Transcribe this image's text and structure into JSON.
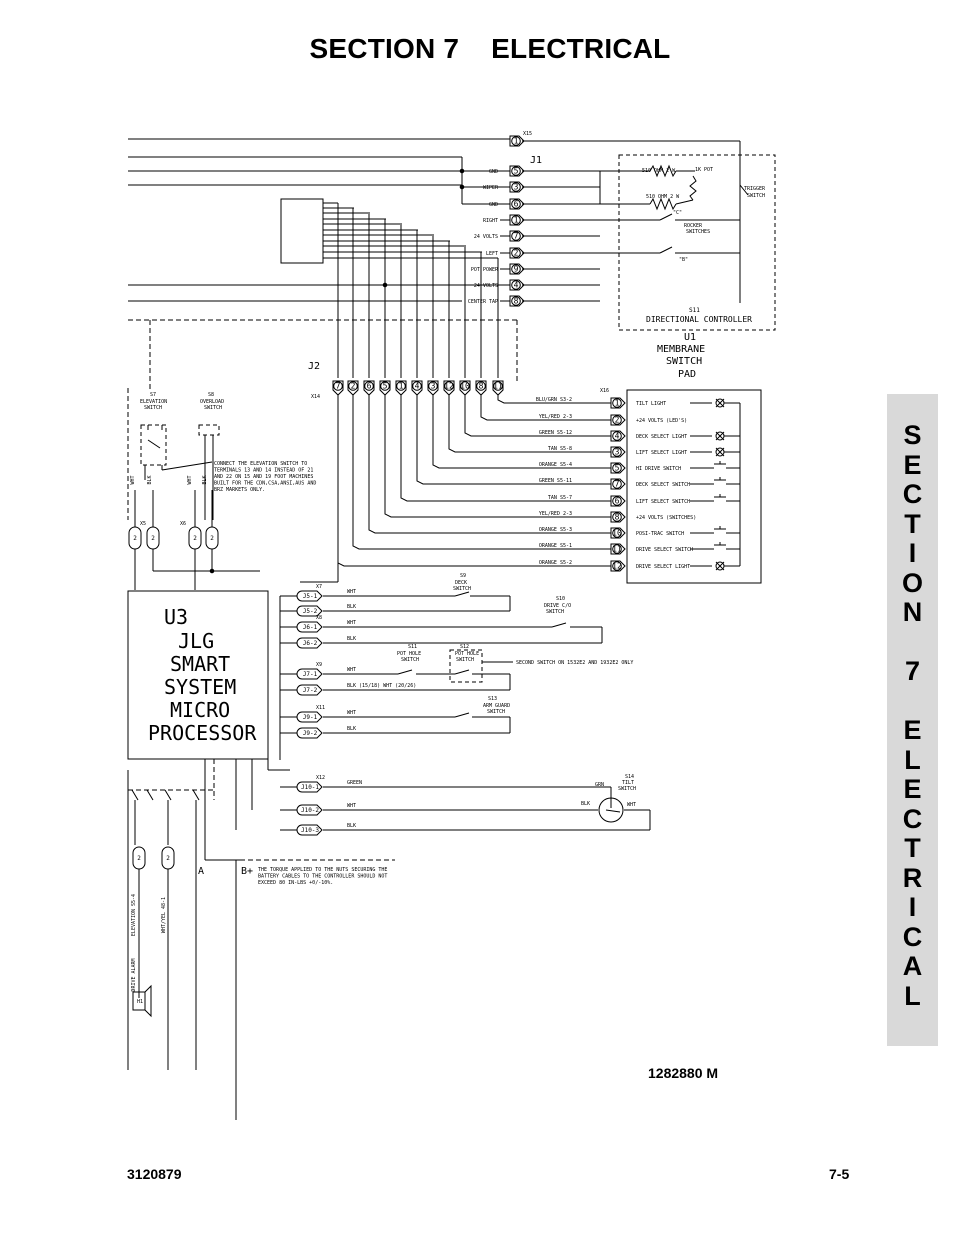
{
  "header": {
    "section": "SECTION 7",
    "topic": "ELECTRICAL"
  },
  "side_tab": {
    "letters": [
      "S",
      "E",
      "C",
      "T",
      "I",
      "O",
      "N",
      "",
      "7",
      "",
      "E",
      "L",
      "E",
      "C",
      "T",
      "R",
      "I",
      "C",
      "A",
      "L"
    ]
  },
  "drawing_number": "1282880 M",
  "footer": {
    "doc_number": "3120879",
    "page": "7-5"
  },
  "schematic": {
    "j1": {
      "label": "J1",
      "x15": "X15",
      "pins": [
        {
          "name": "GND",
          "pin": "5"
        },
        {
          "name": "WIPER",
          "pin": "3"
        },
        {
          "name": "GND",
          "pin": "6"
        },
        {
          "name": "RIGHT",
          "pin": "1"
        },
        {
          "name": "24 VOLTS",
          "pin": "7"
        },
        {
          "name": "LEFT",
          "pin": "2"
        },
        {
          "name": "POT POWER",
          "pin": "9"
        },
        {
          "name": "24 VOLTS",
          "pin": "4"
        },
        {
          "name": "CENTER TAP",
          "pin": "8"
        }
      ]
    },
    "top_pin": "1",
    "controller": {
      "r1": "510 OHM 2 W",
      "r1_label": "1K POT",
      "r2": "510 OHM 2 W",
      "c": "\"C\"",
      "rocker": "ROCKER",
      "rocker2": "SWITCHES",
      "b": "\"B\"",
      "trigger": "TRIGGER",
      "trigger2": "SWITCH",
      "name": "S11",
      "title": "DIRECTIONAL CONTROLLER"
    },
    "u1": {
      "name": "U1",
      "l1": "MEMBRANE",
      "l2": "SWITCH",
      "l3": "PAD"
    },
    "j2": {
      "label": "J2",
      "x14": "X14",
      "pins": [
        "7",
        "2",
        "6",
        "5",
        "1",
        "4",
        "3",
        "12",
        "10",
        "8",
        "11"
      ]
    },
    "x16": {
      "label": "X16",
      "rows": [
        {
          "wire": "BLU/GRN S3-2",
          "pin": "1",
          "func": "TILT LIGHT"
        },
        {
          "wire": "YEL/RED 2-3",
          "pin": "2",
          "func": "+24 VOLTS (LED'S)"
        },
        {
          "wire": "GREEN S5-12",
          "pin": "4",
          "func": "DECK SELECT LIGHT"
        },
        {
          "wire": "TAN S5-8",
          "pin": "3",
          "func": "LIFT SELECT LIGHT"
        },
        {
          "wire": "ORANGE S5-4",
          "pin": "5",
          "func": "HI DRIVE SWITCH"
        },
        {
          "wire": "GREEN S5-11",
          "pin": "7",
          "func": "DECK SELECT SWITCH"
        },
        {
          "wire": "TAN S5-7",
          "pin": "6",
          "func": "LIFT SELECT SWITCH"
        },
        {
          "wire": "YEL/RED 2-3",
          "pin": "8",
          "func": "+24 VOLTS (SWITCHES)"
        },
        {
          "wire": "ORANGE S5-3",
          "pin": "10",
          "func": "POSI-TRAC SWITCH"
        },
        {
          "wire": "ORANGE S5-1",
          "pin": "11",
          "func": "DRIVE SELECT SWITCH"
        },
        {
          "wire": "ORANGE S5-2",
          "pin": "12",
          "func": "DRIVE SELECT LIGHT"
        }
      ]
    },
    "s7": {
      "name": "S7",
      "l1": "ELEVATION",
      "l2": "SWITCH"
    },
    "s8": {
      "name": "S8",
      "l1": "OVERLOAD",
      "l2": "SWITCH"
    },
    "connect_note": [
      "CONNECT THE ELEVATION SWITCH TO",
      "TERMINALS 13 AND 14 INSTEAD OF 21",
      "AND 22 ON 15 AND 19 FOOT MACHINES",
      "BUILT FOR THE CDN,CSA,ANSI,AUS AND",
      "BRZ MARKETS ONLY."
    ],
    "x5": "X5",
    "x6": "X6",
    "u3": {
      "l0": "U3",
      "l1": "JLG",
      "l2": "SMART",
      "l3": "SYSTEM",
      "l4": "MICRO",
      "l5": "PROCESSOR"
    },
    "u3_conn": [
      {
        "x": "X7",
        "pins": [
          "J5-1",
          "J5-2"
        ],
        "wires": [
          "WHT",
          "BLK"
        ]
      },
      {
        "x": "X8",
        "pins": [
          "J6-1",
          "J6-2"
        ],
        "wires": [
          "WHT",
          "BLK"
        ]
      },
      {
        "x": "X9",
        "pins": [
          "J7-1",
          "J7-2"
        ],
        "wires": [
          "WHT",
          "BLK (15/18)  WHT (20/26)"
        ]
      },
      {
        "x": "X11",
        "pins": [
          "J9-1",
          "J9-2"
        ],
        "wires": [
          "WHT",
          "BLK"
        ]
      },
      {
        "x": "X12",
        "pins": [
          "J10-1",
          "J10-2",
          "J10-3"
        ],
        "wires": [
          "GREEN",
          "WHT",
          "BLK"
        ]
      }
    ],
    "s9": {
      "name": "S9",
      "l1": "DECK",
      "l2": "SWITCH"
    },
    "s10": {
      "name": "S10",
      "l1": "DRIVE C/O",
      "l2": "SWITCH"
    },
    "s11": {
      "name": "S11",
      "l1": "POT HOLE",
      "l2": "SWITCH"
    },
    "s12": {
      "name": "S12",
      "l1": "POT HOLE",
      "l2": "SWITCH"
    },
    "s12_note": "SECOND SWITCH ON 1532E2 AND 1932E2 ONLY",
    "s13": {
      "name": "S13",
      "l1": "ARM GUARD",
      "l2": "SWITCH"
    },
    "s14": {
      "name": "S14",
      "l1": "TILT",
      "l2": "SWITCH",
      "grn": "GRN",
      "blk": "BLK",
      "wht": "WHT"
    },
    "bottom": {
      "a": "A",
      "bplus": "B+",
      "torque_note": [
        "THE TORQUE APPLIED TO THE NUTS SECURING THE",
        "BATTERY CABLES TO THE CONTROLLER SHOULD NOT",
        "EXCEED 80 IN-LBS +0/-10%."
      ],
      "w1": "ELEVATION S5-4",
      "w2": "WHT/YEL 48-1",
      "alarm": "DRIVE ALARM",
      "h1": "H1"
    }
  }
}
